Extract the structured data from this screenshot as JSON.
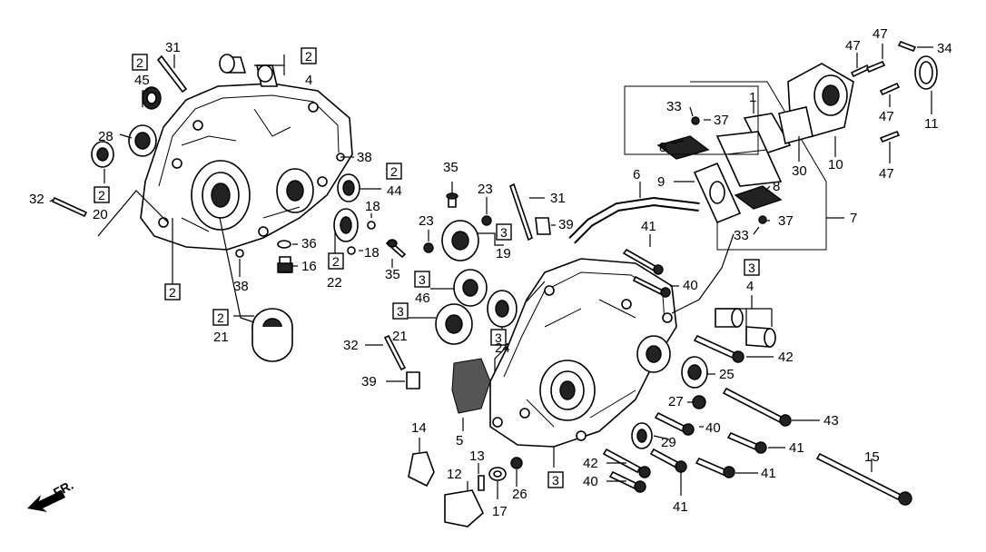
{
  "direction_label": "FR.",
  "callouts": [
    {
      "id": "c31a",
      "text": "31"
    },
    {
      "id": "c45",
      "text": "45"
    },
    {
      "id": "c28",
      "text": "28"
    },
    {
      "id": "c32a",
      "text": "32"
    },
    {
      "id": "c20",
      "text": "20"
    },
    {
      "id": "c4a",
      "text": "4"
    },
    {
      "id": "c38a",
      "text": "38"
    },
    {
      "id": "c44",
      "text": "44"
    },
    {
      "id": "c18a",
      "text": "18"
    },
    {
      "id": "c36",
      "text": "36"
    },
    {
      "id": "c16",
      "text": "16"
    },
    {
      "id": "c18b",
      "text": "18"
    },
    {
      "id": "c22",
      "text": "22"
    },
    {
      "id": "c38b",
      "text": "38"
    },
    {
      "id": "c21a",
      "text": "21"
    },
    {
      "id": "c35a",
      "text": "35"
    },
    {
      "id": "c23a",
      "text": "23"
    },
    {
      "id": "c23b",
      "text": "23"
    },
    {
      "id": "c31b",
      "text": "31"
    },
    {
      "id": "c39a",
      "text": "39"
    },
    {
      "id": "c19",
      "text": "19"
    },
    {
      "id": "c35b",
      "text": "35"
    },
    {
      "id": "c46",
      "text": "46"
    },
    {
      "id": "c21b",
      "text": "21"
    },
    {
      "id": "c24",
      "text": "24"
    },
    {
      "id": "c32b",
      "text": "32"
    },
    {
      "id": "c39b",
      "text": "39"
    },
    {
      "id": "c5",
      "text": "5"
    },
    {
      "id": "c14",
      "text": "14"
    },
    {
      "id": "c13",
      "text": "13"
    },
    {
      "id": "c12",
      "text": "12"
    },
    {
      "id": "c26",
      "text": "26"
    },
    {
      "id": "c17",
      "text": "17"
    },
    {
      "id": "c6",
      "text": "6"
    },
    {
      "id": "c41a",
      "text": "41"
    },
    {
      "id": "c40a",
      "text": "40"
    },
    {
      "id": "c4b",
      "text": "4"
    },
    {
      "id": "c42a",
      "text": "42"
    },
    {
      "id": "c25",
      "text": "25"
    },
    {
      "id": "c27",
      "text": "27"
    },
    {
      "id": "c40b",
      "text": "40"
    },
    {
      "id": "c29",
      "text": "29"
    },
    {
      "id": "c43",
      "text": "43"
    },
    {
      "id": "c41b",
      "text": "41"
    },
    {
      "id": "c42b",
      "text": "42"
    },
    {
      "id": "c40c",
      "text": "40"
    },
    {
      "id": "c41c",
      "text": "41"
    },
    {
      "id": "c41d",
      "text": "41"
    },
    {
      "id": "c15",
      "text": "15"
    },
    {
      "id": "c33a",
      "text": "33"
    },
    {
      "id": "c1",
      "text": "1"
    },
    {
      "id": "c37a",
      "text": "37"
    },
    {
      "id": "c8a",
      "text": "8"
    },
    {
      "id": "c9",
      "text": "9"
    },
    {
      "id": "c8b",
      "text": "8"
    },
    {
      "id": "c37b",
      "text": "37"
    },
    {
      "id": "c33b",
      "text": "33"
    },
    {
      "id": "c7",
      "text": "7"
    },
    {
      "id": "c30",
      "text": "30"
    },
    {
      "id": "c10",
      "text": "10"
    },
    {
      "id": "c47a",
      "text": "47"
    },
    {
      "id": "c47b",
      "text": "47"
    },
    {
      "id": "c34",
      "text": "34"
    },
    {
      "id": "c47c",
      "text": "47"
    },
    {
      "id": "c11",
      "text": "11"
    },
    {
      "id": "c47d",
      "text": "47"
    }
  ],
  "boxed_callouts": [
    {
      "id": "b2a",
      "text": "2"
    },
    {
      "id": "b2b",
      "text": "2"
    },
    {
      "id": "b2c",
      "text": "2"
    },
    {
      "id": "b2d",
      "text": "2"
    },
    {
      "id": "b2e",
      "text": "2"
    },
    {
      "id": "b2f",
      "text": "2"
    },
    {
      "id": "b3a",
      "text": "3"
    },
    {
      "id": "b3b",
      "text": "3"
    },
    {
      "id": "b3c",
      "text": "3"
    },
    {
      "id": "b3d",
      "text": "3"
    },
    {
      "id": "b3e",
      "text": "3"
    },
    {
      "id": "b3f",
      "text": "3"
    }
  ]
}
